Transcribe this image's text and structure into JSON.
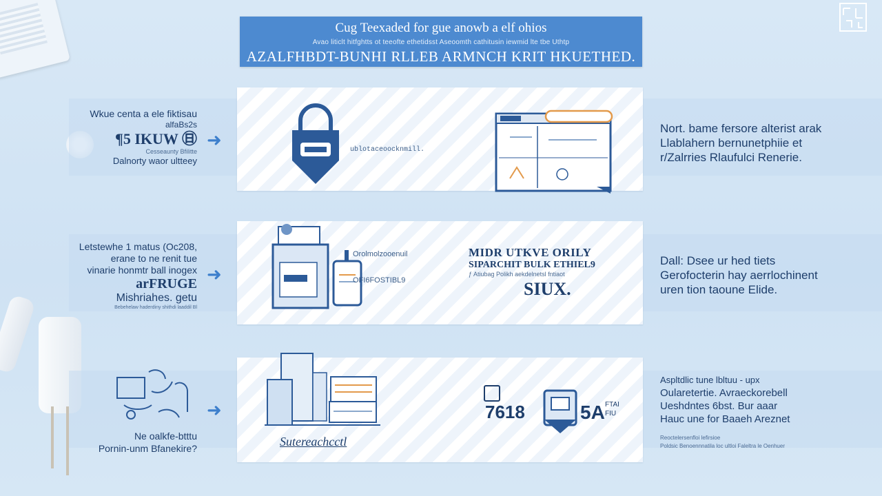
{
  "header": {
    "line1": "Cug Teexaded for gue anowb a elf ohios",
    "line2": "Avao liticlt hitfghtts ot teeofte ethetidsst Aseoomth cathitusin iewmid lte tbe Uthtp",
    "line3": "AZALFHBDT-BUNHI RLLEB ARMNCH KRIT HKUETHED."
  },
  "rows": [
    {
      "left": [
        "Wkue centa a ele fiktisau",
        "alfaBs2s",
        "¶5 IKUW ㊐",
        "Cesseaunty Bfilitte",
        "Dalnorty waor ultteey"
      ],
      "panel_caption": "ublotaceoocknmill.",
      "right": [
        "Nort. bame fersore alterist arak",
        "Llablahern bernunetphiie et",
        "r/Zalrries Rlaufulci Renerie."
      ]
    },
    {
      "left": [
        "Letstewhe 1 matus (Oc208,",
        "erane to ne renit tue",
        "vinarie honmtr ball inogex",
        "arFRUGE",
        "Mishriahes. getu",
        "Bebehelaw haderdiny shithdi laaddil Bl"
      ],
      "panel_caption_a": "Orolmolzooenuil",
      "panel_caption_b": "OFI6FOSTIBL9",
      "center": [
        "MIDR UTKVE ORILY",
        "SIPARCHIT BULK ETHIEL9",
        "ƒ Atiubag Polikh aekdelnetsl fntiaot",
        "SIUX."
      ],
      "right": [
        "Dall: Dsee ur hed tiets",
        "Gerofocterin hay aerrlochinent",
        "uren tion taoune Elide."
      ]
    },
    {
      "left": [
        "Ne oalkfe-btttu",
        "Pornin-unm Bfanekire?"
      ],
      "panel_caption": "Sutereachcctl",
      "panel_code": "7618",
      "panel_code_b": "5A",
      "panel_code_c": "FTAI FIU",
      "right": [
        "Aspltdlic tune lbltuu - upx",
        "Oularetertie. Avraeckorebell",
        "Ueshdntes 6bst. Bur aaar",
        "Hauc une for Baaeh Areznet"
      ],
      "right_small": [
        "Reoctelersenfloi lefirsioe",
        "Poldsic Benoennnatila loc ultloi Faleltra le Oenhuer"
      ]
    }
  ],
  "colors": {
    "accent": "#3d7fcc",
    "header_bg": "#4d8ad0",
    "text": "#1e3e6b",
    "background": "#d3e5f4"
  },
  "icons": {
    "r1_panel_left": "padlock-icon",
    "r1_panel_right": "document-window-icon",
    "r2_panel_left": "devices-icon",
    "r3_left": "people-sketch-icon",
    "r3_panel_left": "building-icon",
    "r3_panel_right": "badge-shield-icon",
    "corner": "qr-icon"
  }
}
